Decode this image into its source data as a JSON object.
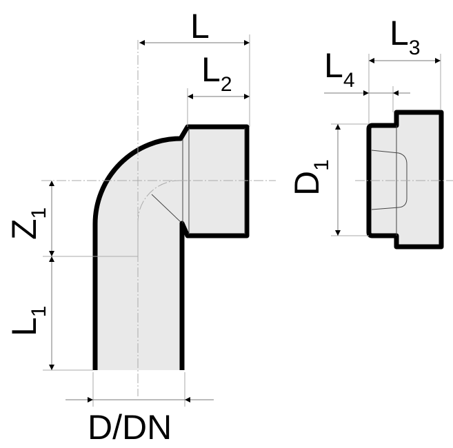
{
  "labels": {
    "L": {
      "main": "L"
    },
    "L2": {
      "main": "L",
      "sub": "2"
    },
    "L3": {
      "main": "L",
      "sub": "3"
    },
    "L4": {
      "main": "L",
      "sub": "4"
    },
    "Z1": {
      "main": "Z",
      "sub": "1"
    },
    "L1": {
      "main": "L",
      "sub": "1"
    },
    "D1": {
      "main": "D",
      "sub": "1"
    },
    "DDN": {
      "main": "D/DN"
    }
  },
  "colors": {
    "fill": "#e9e9e9",
    "outline": "#000000",
    "dimension": "#777777"
  }
}
